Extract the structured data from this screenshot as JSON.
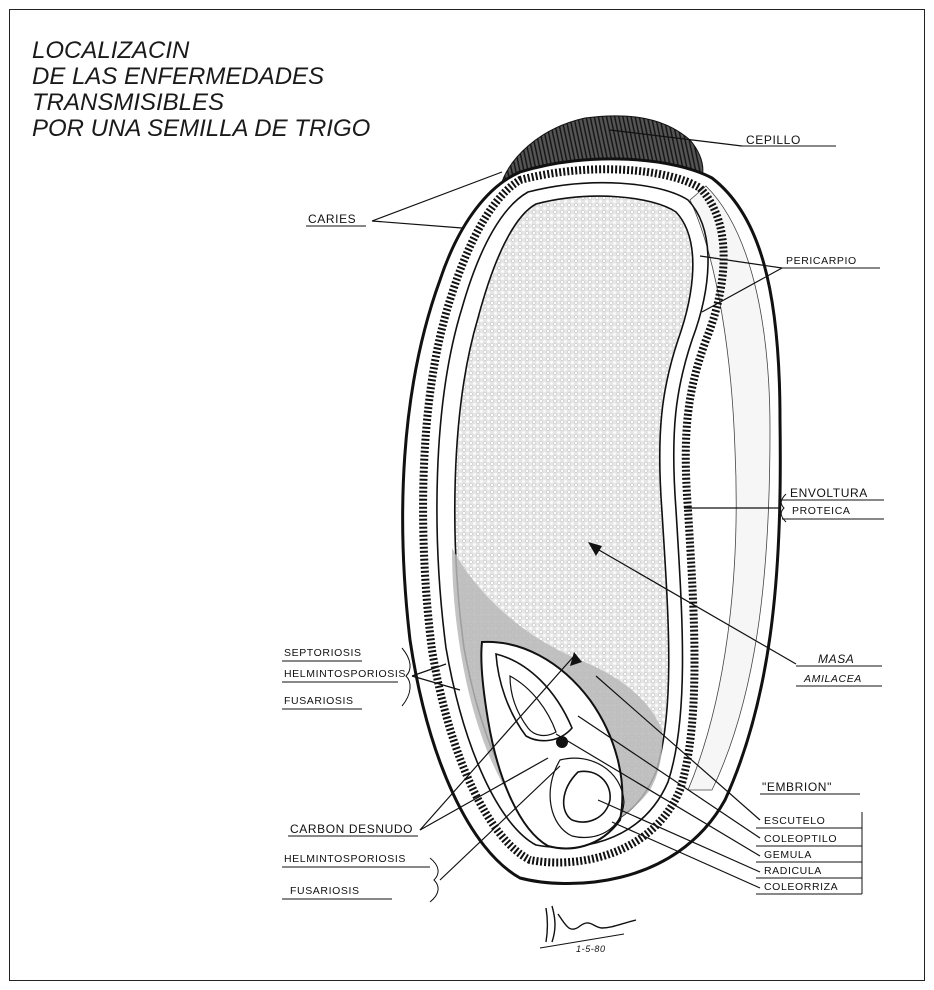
{
  "title_lines": [
    "LOCALIZACIN",
    "DE LAS ENFERMEDADES",
    "TRANSMISIBLES",
    "POR UNA SEMILLA DE TRIGO"
  ],
  "labels": {
    "cepillo": "CEPILLO",
    "caries": "CARIES",
    "pericarpio": "PERICARPIO",
    "envoltura_1": "ENVOLTURA",
    "envoltura_2": "PROTEICA",
    "masa_1": "MASA",
    "masa_2": "AMILACEA",
    "embrion": "\"EMBRION\"",
    "escutelo": "ESCUTELO",
    "coleoptilo": "COLEOPTILO",
    "gemula": "GEMULA",
    "radicula": "RADICULA",
    "coleorriza": "COLEORRIZA",
    "disease_embrion_1": "SEPTORIOSIS",
    "disease_embrion_2": "HELMINTOSPORIOSIS",
    "disease_embrion_3": "FUSARIOSIS",
    "carbon": "CARBON DESNUDO",
    "disease_lower_1": "HELMINTOSPORIOSIS",
    "disease_lower_2": "FUSARIOSIS"
  },
  "signature_date": "1-5-80",
  "colors": {
    "ink": "#1a1a1a",
    "endosperm": "#dcdcdc",
    "scutellum_shade": "#b8b8b8",
    "paper": "#ffffff"
  }
}
